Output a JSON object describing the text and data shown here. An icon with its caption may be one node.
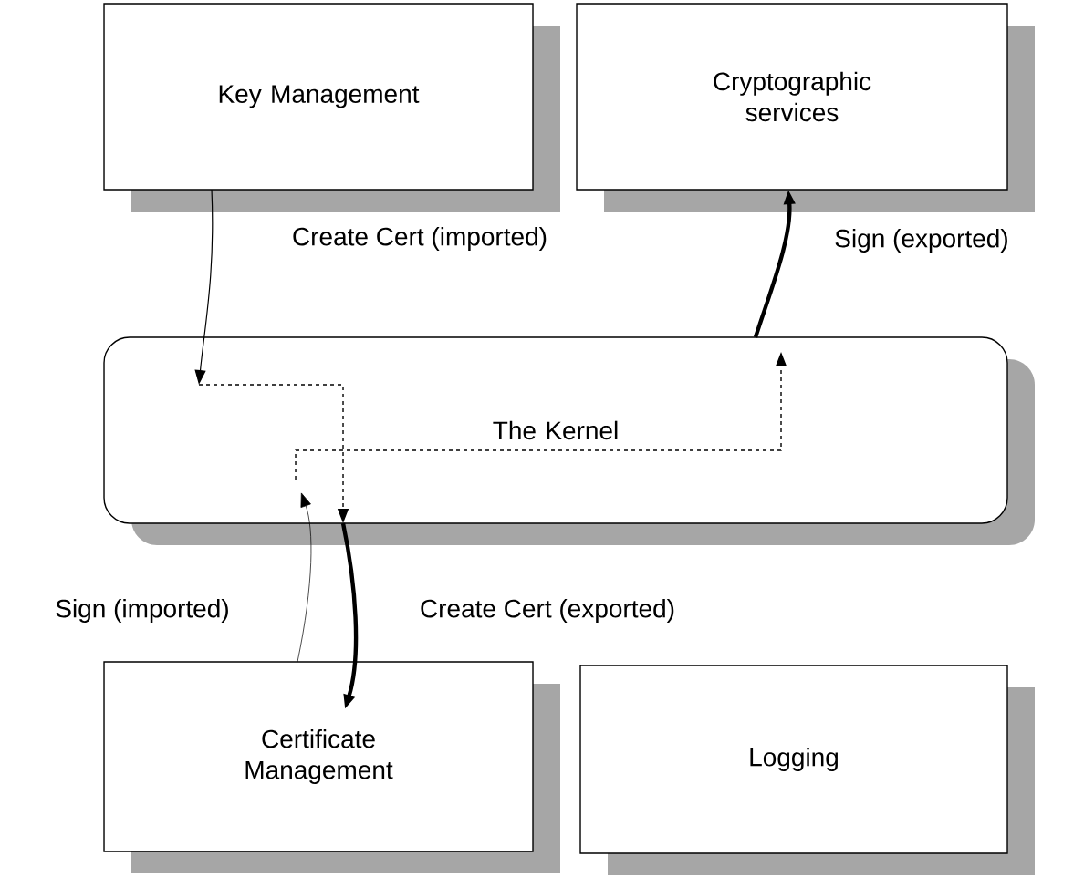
{
  "diagram": {
    "nodes": [
      {
        "text": [
          "Key Management"
        ]
      },
      {
        "text": [
          "Cryptographic services"
        ]
      },
      {
        "text": [
          "The Kernel"
        ]
      },
      {
        "text": [
          "Certificate Management"
        ]
      },
      {
        "text": [
          "Logging"
        ]
      }
    ],
    "edges": [
      {
        "from": 0,
        "to": 2,
        "arrow": "to",
        "label": "Create Cert (imported)"
      },
      {
        "from": 2,
        "to": 1,
        "arrow": "to",
        "label": "Sign (exported)",
        "style": "thick"
      },
      {
        "from": 2,
        "to": 3,
        "arrow": "to",
        "label": "Create Cert (exported)",
        "style": "thick"
      },
      {
        "from": 3,
        "to": 2,
        "arrow": "to",
        "label": "Sign (imported)"
      }
    ]
  }
}
